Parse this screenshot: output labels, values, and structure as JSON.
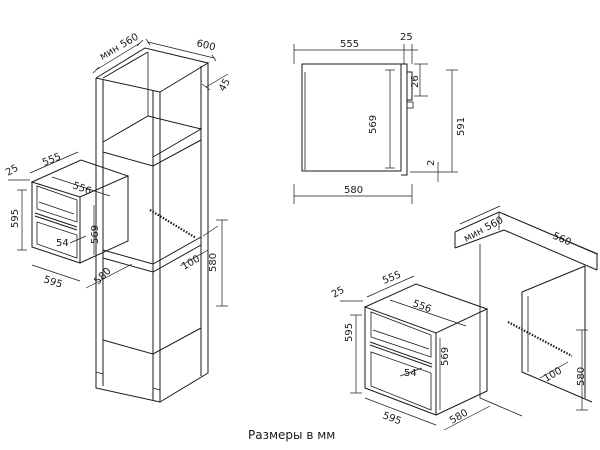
{
  "caption": "Размеры в мм",
  "cabinet": {
    "width_label": "мин 560",
    "depth_label": "600",
    "thickness_label": "45",
    "cutout_label": "100",
    "height_label": "580"
  },
  "oven_left": {
    "top_width": "555",
    "inner_width": "556",
    "side": "25",
    "height": "595",
    "door": "54",
    "inner_height": "569",
    "depth": "580",
    "front_width": "595"
  },
  "side_view": {
    "width_top": "555",
    "gap_top": "25",
    "height_inner": "569",
    "gap_panel": "26",
    "height_total": "591",
    "gap_bottom": "2",
    "depth": "580"
  },
  "undercounter": {
    "width_label": "мин 560",
    "depth_label": "560",
    "cutout_label": "100",
    "height_label": "580"
  },
  "oven_right": {
    "top_width": "555",
    "inner_width": "556",
    "side": "25",
    "height": "595",
    "door": "54",
    "inner_height": "569",
    "depth": "580",
    "front_width": "595"
  }
}
